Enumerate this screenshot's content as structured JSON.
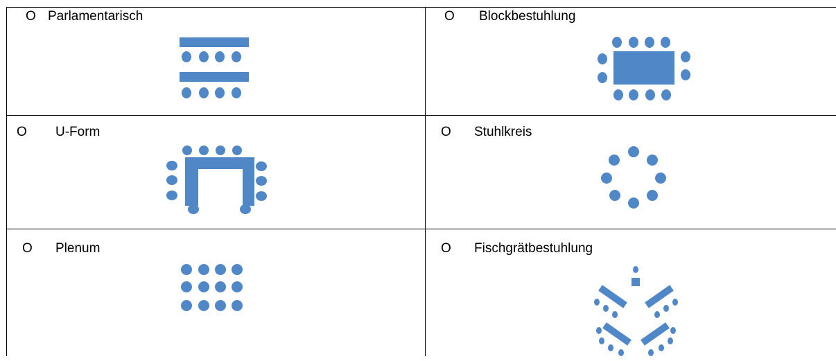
{
  "options": [
    {
      "radio": "O",
      "label": "Parlamentarisch",
      "icon": "parliament-seating-icon"
    },
    {
      "radio": "O",
      "label": "Blockbestuhlung",
      "icon": "block-seating-icon"
    },
    {
      "radio": "O",
      "label": "U-Form",
      "icon": "u-shape-seating-icon"
    },
    {
      "radio": "O",
      "label": "Stuhlkreis",
      "icon": "chair-circle-icon"
    },
    {
      "radio": "O",
      "label": "Plenum",
      "icon": "plenum-seating-icon"
    },
    {
      "radio": "O",
      "label": "Fischgrätbestuhlung",
      "icon": "herringbone-seating-icon"
    }
  ],
  "colors": {
    "icon": "#5087c7",
    "border": "#000000"
  }
}
